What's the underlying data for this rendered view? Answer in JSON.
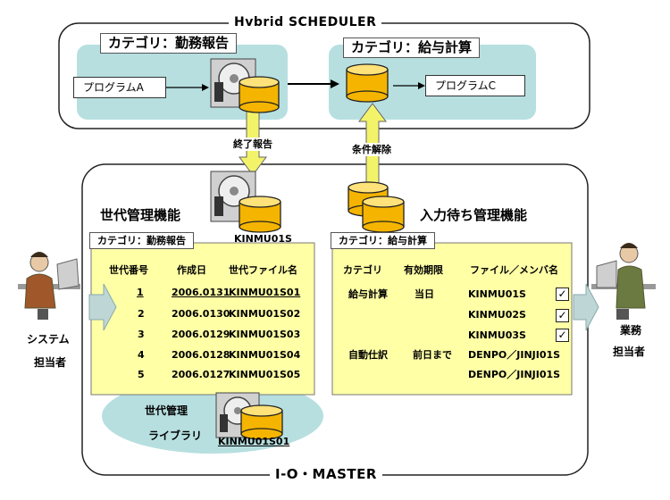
{
  "top": {
    "title": "Hvbrid SCHEDULER",
    "cat_left": "カテゴリ：勤務報告",
    "cat_right": "カテゴリ：給与計算",
    "program_a": "プログラムA",
    "program_c": "プログラムC"
  },
  "arrows": {
    "end_report": "終了報告",
    "condition_release": "条件解除"
  },
  "bottom": {
    "title": "I-O・MASTER",
    "gen_mgmt": "世代管理機能",
    "db_label": "KINMU01S",
    "input_wait": "入力待ち管理機能",
    "library_line1": "世代管理",
    "library_line2": "ライブラリ",
    "library_db": "KINMU01S01"
  },
  "gen_table": {
    "tab": "カテゴリ：勤務報告",
    "headers": [
      "世代番号",
      "作成日",
      "世代ファイル名"
    ],
    "rows": [
      [
        "1",
        "2006.0131",
        "KINMU01S01"
      ],
      [
        "2",
        "2006.0130",
        "KINMU01S02"
      ],
      [
        "3",
        "2006.0129",
        "KINMU01S03"
      ],
      [
        "4",
        "2006.0128",
        "KINMU01S04"
      ],
      [
        "5",
        "2006.0127",
        "KINMU01S05"
      ]
    ]
  },
  "wait_table": {
    "tab": "カテゴリ：給与計算",
    "headers": [
      "カテゴリ",
      "有効期限",
      "ファイル／メンバ名"
    ],
    "rows": [
      [
        "給与計算",
        "当日",
        "KINMU01S"
      ],
      [
        "",
        "",
        "KINMU02S"
      ],
      [
        "",
        "",
        "KINMU03S"
      ],
      [
        "自動仕訳",
        "前日まで",
        "DENPO／JINJI01S"
      ],
      [
        "",
        "",
        "DENPO／JINJI01S"
      ]
    ],
    "check_mark": "✓"
  },
  "people": {
    "left_line1": "システム",
    "left_line2": "担当者",
    "right_line1": "業務",
    "right_line2": "担当者"
  }
}
